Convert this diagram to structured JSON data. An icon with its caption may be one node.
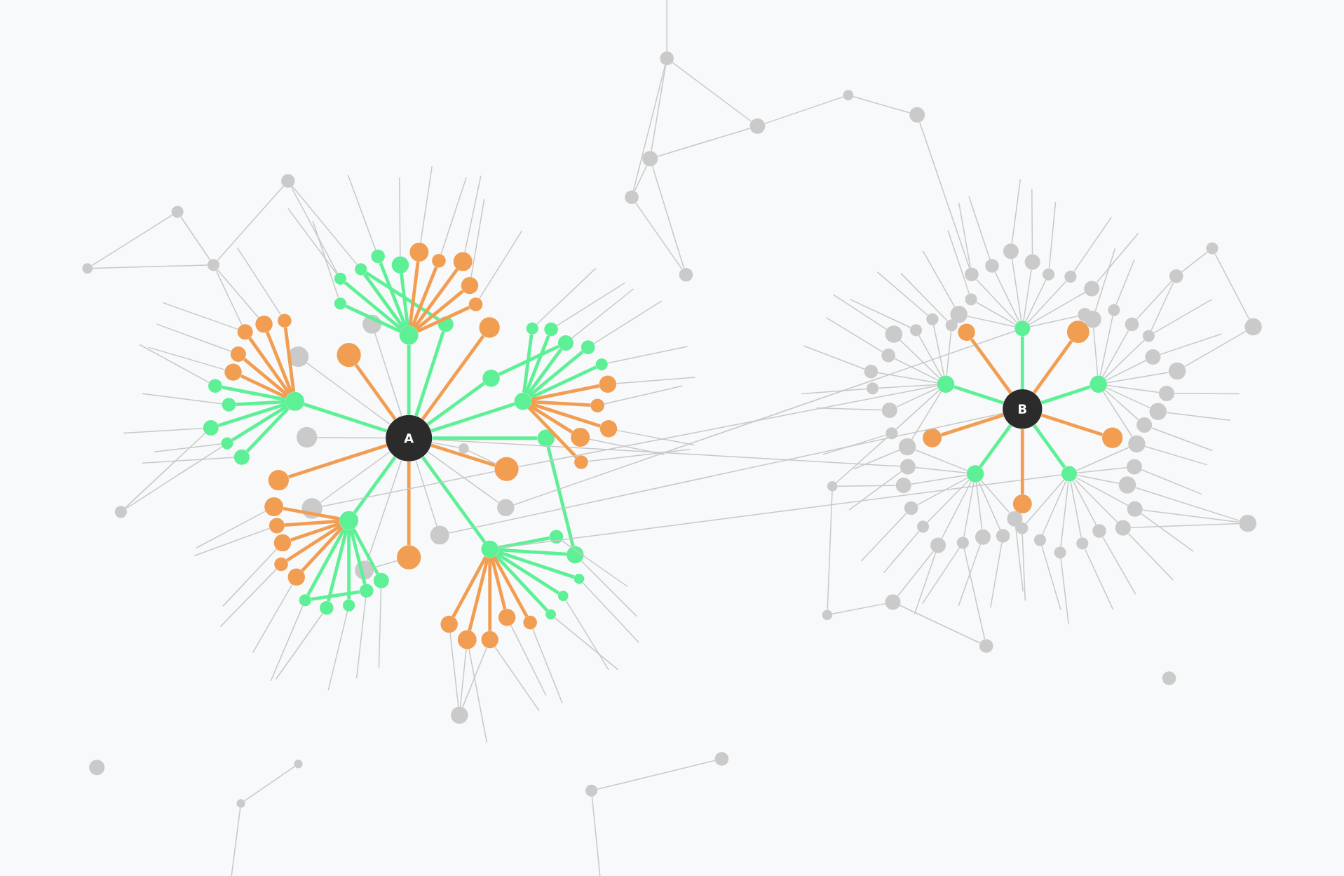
{
  "diagram": {
    "nodes": [
      {
        "text": [
          "A"
        ]
      },
      {
        "text": [
          "B"
        ]
      },
      {
        "text": [],
        "shape": "circle"
      },
      {
        "text": [],
        "shape": "circle"
      },
      {
        "text": [],
        "shape": "circle"
      },
      {
        "text": [],
        "shape": "circle"
      },
      {
        "text": [],
        "shape": "circle"
      },
      {
        "text": [],
        "shape": "circle"
      },
      {
        "text": [],
        "shape": "circle"
      },
      {
        "text": [],
        "shape": "circle"
      },
      {
        "text": [],
        "shape": "circle"
      },
      {
        "text": [],
        "shape": "circle"
      },
      {
        "text": [],
        "shape": "circle"
      },
      {
        "text": [],
        "shape": "circle"
      },
      {
        "text": [],
        "shape": "circle"
      },
      {
        "text": [],
        "shape": "circle"
      },
      {
        "text": [],
        "shape": "circle"
      },
      {
        "text": [],
        "shape": "circle"
      },
      {
        "text": [],
        "shape": "circle"
      },
      {
        "text": [],
        "shape": "circle"
      },
      {
        "text": [],
        "shape": "circle"
      },
      {
        "text": [],
        "shape": "circle"
      },
      {
        "text": [],
        "shape": "circle"
      },
      {
        "text": [],
        "shape": "circle"
      },
      {
        "text": [],
        "shape": "circle"
      },
      {
        "text": [],
        "shape": "circle"
      },
      {
        "text": [],
        "shape": "circle"
      },
      {
        "text": [],
        "shape": "circle"
      },
      {
        "text": [],
        "shape": "circle"
      },
      {
        "text": [],
        "shape": "circle"
      },
      {
        "text": [],
        "shape": "circle"
      },
      {
        "text": [],
        "shape": "circle"
      },
      {
        "text": [],
        "shape": "circle"
      },
      {
        "text": [],
        "shape": "circle"
      },
      {
        "text": [],
        "shape": "circle"
      },
      {
        "text": [],
        "shape": "circle"
      },
      {
        "text": [],
        "shape": "circle"
      },
      {
        "text": [],
        "shape": "circle"
      },
      {
        "text": [],
        "shape": "circle"
      },
      {
        "text": [],
        "shape": "circle"
      },
      {
        "text": [],
        "shape": "circle"
      },
      {
        "text": [],
        "shape": "circle"
      },
      {
        "text": [],
        "shape": "circle"
      },
      {
        "text": [],
        "shape": "circle"
      },
      {
        "text": [],
        "shape": "circle"
      },
      {
        "text": [],
        "shape": "circle"
      },
      {
        "text": [],
        "shape": "circle"
      },
      {
        "text": [],
        "shape": "circle"
      },
      {
        "text": [],
        "shape": "circle"
      },
      {
        "text": [],
        "shape": "circle"
      },
      {
        "text": [],
        "shape": "circle"
      },
      {
        "text": [],
        "shape": "circle"
      },
      {
        "text": [],
        "shape": "circle"
      },
      {
        "text": [],
        "shape": "circle"
      },
      {
        "text": [],
        "shape": "circle"
      },
      {
        "text": [],
        "shape": "circle"
      },
      {
        "text": [],
        "shape": "circle"
      },
      {
        "text": [],
        "shape": "circle"
      },
      {
        "text": [],
        "shape": "circle"
      },
      {
        "text": [],
        "shape": "circle"
      },
      {
        "text": [],
        "shape": "circle"
      },
      {
        "text": [],
        "shape": "circle"
      },
      {
        "text": [],
        "shape": "circle"
      },
      {
        "text": [],
        "shape": "circle"
      },
      {
        "text": [],
        "shape": "circle"
      },
      {
        "text": [],
        "shape": "circle"
      },
      {
        "text": [],
        "shape": "circle"
      },
      {
        "text": [],
        "shape": "circle"
      },
      {
        "text": [],
        "shape": "circle"
      },
      {
        "text": [],
        "shape": "circle"
      },
      {
        "text": [],
        "shape": "circle"
      },
      {
        "text": [],
        "shape": "circle"
      },
      {
        "text": [],
        "shape": "circle"
      },
      {
        "text": [],
        "shape": "circle"
      },
      {
        "text": [],
        "shape": "circle"
      },
      {
        "text": [],
        "shape": "circle"
      },
      {
        "text": [],
        "shape": "circle"
      },
      {
        "text": [],
        "shape": "circle"
      },
      {
        "text": [],
        "shape": "circle"
      },
      {
        "text": [],
        "shape": "circle"
      },
      {
        "text": [],
        "shape": "circle"
      },
      {
        "text": [],
        "shape": "circle"
      },
      {
        "text": [],
        "shape": "circle"
      },
      {
        "text": [],
        "shape": "circle"
      },
      {
        "text": [],
        "shape": "circle"
      },
      {
        "text": [],
        "shape": "circle"
      },
      {
        "text": [],
        "shape": "circle"
      },
      {
        "text": [],
        "shape": "circle"
      },
      {
        "text": [],
        "shape": "circle"
      },
      {
        "text": [],
        "shape": "circle"
      },
      {
        "text": [],
        "shape": "circle"
      },
      {
        "text": [],
        "shape": "circle"
      },
      {
        "text": [],
        "shape": "circle"
      },
      {
        "text": [],
        "shape": "circle"
      },
      {
        "text": [],
        "shape": "circle"
      },
      {
        "text": [],
        "shape": "circle"
      },
      {
        "text": [],
        "shape": "circle"
      },
      {
        "text": [],
        "shape": "circle"
      },
      {
        "text": [],
        "shape": "circle"
      },
      {
        "text": [],
        "shape": "circle"
      },
      {
        "text": [],
        "shape": "circle"
      },
      {
        "text": [],
        "shape": "circle"
      },
      {
        "text": [],
        "shape": "circle"
      },
      {
        "text": [],
        "shape": "circle"
      },
      {
        "text": [],
        "shape": "circle"
      },
      {
        "text": [],
        "shape": "circle"
      },
      {
        "text": [],
        "shape": "circle"
      },
      {
        "text": [],
        "shape": "circle"
      },
      {
        "text": [],
        "shape": "circle"
      },
      {
        "text": [],
        "shape": "circle"
      },
      {
        "text": [],
        "shape": "circle"
      },
      {
        "text": [],
        "shape": "circle"
      },
      {
        "text": [],
        "shape": "circle"
      },
      {
        "text": [],
        "shape": "circle"
      },
      {
        "text": [],
        "shape": "circle"
      },
      {
        "text": [],
        "shape": "circle"
      },
      {
        "text": [],
        "shape": "circle"
      },
      {
        "text": [],
        "shape": "circle"
      },
      {
        "text": [],
        "shape": "circle"
      },
      {
        "text": [],
        "shape": "circle"
      },
      {
        "text": [],
        "shape": "circle"
      },
      {
        "text": [],
        "shape": "circle"
      },
      {
        "text": [],
        "shape": "circle"
      },
      {
        "text": [],
        "shape": "circle"
      },
      {
        "text": [],
        "shape": "circle"
      },
      {
        "text": [],
        "shape": "circle"
      },
      {
        "text": [],
        "shape": "circle"
      },
      {
        "text": [],
        "shape": "circle"
      },
      {
        "text": [],
        "shape": "circle"
      },
      {
        "text": [],
        "shape": "circle"
      },
      {
        "text": [],
        "shape": "circle"
      },
      {
        "text": [],
        "shape": "circle"
      },
      {
        "text": [],
        "shape": "circle"
      },
      {
        "text": [],
        "shape": "circle"
      },
      {
        "text": [],
        "shape": "circle"
      },
      {
        "text": [],
        "shape": "circle"
      },
      {
        "text": [],
        "shape": "circle"
      },
      {
        "text": [],
        "shape": "circle"
      },
      {
        "text": [],
        "shape": "circle"
      },
      {
        "text": [],
        "shape": "circle"
      },
      {
        "text": [],
        "shape": "circle"
      },
      {
        "text": [],
        "shape": "circle"
      },
      {
        "text": [],
        "shape": "circle"
      },
      {
        "text": [],
        "shape": "circle"
      },
      {
        "text": [],
        "shape": "circle"
      },
      {
        "text": [],
        "shape": "circle"
      },
      {
        "text": [],
        "shape": "circle"
      },
      {
        "text": [],
        "shape": "circle"
      },
      {
        "text": [],
        "shape": "circle"
      },
      {
        "text": [],
        "shape": "circle"
      },
      {
        "text": [],
        "shape": "circle"
      },
      {
        "text": [],
        "shape": "circle"
      },
      {
        "text": [],
        "shape": "circle"
      },
      {
        "text": [],
        "shape": "circle"
      },
      {
        "text": [],
        "shape": "circle"
      },
      {
        "text": [],
        "shape": "circle"
      },
      {
        "text": [],
        "shape": "circle"
      },
      {
        "text": [],
        "shape": "circle"
      }
    ],
    "edges": [
      {
        "from": 0,
        "to": 2,
        "arrow": "none",
        "style": "thick",
        "color": "#5df096"
      },
      {
        "from": 0,
        "to": 3,
        "arrow": "none",
        "style": "thick",
        "color": "#5df096"
      },
      {
        "from": 0,
        "to": 4,
        "arrow": "none",
        "style": "thick",
        "color": "#5df096"
      },
      {
        "from": 0,
        "to": 5,
        "arrow": "none",
        "style": "thick",
        "color": "#5df096"
      },
      {
        "from": 0,
        "to": 6,
        "arrow": "none",
        "style": "thick",
        "color": "#5df096"
      },
      {
        "from": 0,
        "to": 7,
        "arrow": "none",
        "style": "thick",
        "color": "#5df096"
      },
      {
        "from": 0,
        "to": 10,
        "arrow": "none",
        "style": "thick",
        "color": "#5df096"
      },
      {
        "from": 0,
        "to": 11,
        "arrow": "none",
        "style": "thick",
        "color": "#5df096"
      },
      {
        "from": 0,
        "to": 8,
        "arrow": "none",
        "style": "thick",
        "color": "#f29e52"
      },
      {
        "from": 0,
        "to": 9,
        "arrow": "none",
        "style": "thick",
        "color": "#f29e52"
      },
      {
        "from": 0,
        "to": 12,
        "arrow": "none",
        "style": "thick",
        "color": "#f29e52"
      },
      {
        "from": 0,
        "to": 13,
        "arrow": "none",
        "style": "thick",
        "color": "#f29e52"
      },
      {
        "from": 0,
        "to": 14,
        "arrow": "none",
        "style": "thick",
        "color": "#f29e52"
      },
      {
        "from": 0,
        "to": 15,
        "arrow": "none"
      },
      {
        "from": 0,
        "to": 16,
        "arrow": "none"
      },
      {
        "from": 0,
        "to": 17,
        "arrow": "none"
      },
      {
        "from": 0,
        "to": 18,
        "arrow": "none"
      },
      {
        "from": 0,
        "to": 19,
        "arrow": "none"
      },
      {
        "from": 0,
        "to": 20,
        "arrow": "none"
      },
      {
        "from": 0,
        "to": 21,
        "arrow": "none"
      },
      {
        "from": 0,
        "to": 22,
        "arrow": "none"
      },
      {
        "from": 0,
        "to": 130,
        "arrow": "none"
      },
      {
        "from": 18,
        "to": 13,
        "arrow": "none"
      },
      {
        "from": 10,
        "to": 45,
        "arrow": "none",
        "style": "thick",
        "color": "#5df096"
      },
      {
        "from": 11,
        "to": 40,
        "arrow": "none",
        "style": "thick",
        "color": "#5df096"
      },
      {
        "from": 7,
        "to": 54,
        "arrow": "none",
        "style": "thick",
        "color": "#5df096"
      },
      {
        "from": 2,
        "to": 23,
        "arrow": "none",
        "style": "thick",
        "color": "#f29e52"
      },
      {
        "from": 2,
        "to": 24,
        "arrow": "none",
        "style": "thick",
        "color": "#f29e52"
      },
      {
        "from": 2,
        "to": 25,
        "arrow": "none",
        "style": "thick",
        "color": "#f29e52"
      },
      {
        "from": 2,
        "to": 26,
        "arrow": "none",
        "style": "thick",
        "color": "#f29e52"
      },
      {
        "from": 2,
        "to": 27,
        "arrow": "none",
        "style": "thick",
        "color": "#f29e52"
      },
      {
        "from": 2,
        "to": 28,
        "arrow": "none",
        "style": "thick",
        "color": "#5df096"
      },
      {
        "from": 2,
        "to": 29,
        "arrow": "none",
        "style": "thick",
        "color": "#5df096"
      },
      {
        "from": 2,
        "to": 30,
        "arrow": "none",
        "style": "thick",
        "color": "#5df096"
      },
      {
        "from": 2,
        "to": 31,
        "arrow": "none",
        "style": "thick",
        "color": "#5df096"
      },
      {
        "from": 2,
        "to": 32,
        "arrow": "none",
        "style": "thick",
        "color": "#5df096"
      },
      {
        "from": 3,
        "to": 33,
        "arrow": "none",
        "style": "thick",
        "color": "#5df096"
      },
      {
        "from": 3,
        "to": 34,
        "arrow": "none",
        "style": "thick",
        "color": "#5df096"
      },
      {
        "from": 3,
        "to": 40,
        "arrow": "none",
        "style": "thick",
        "color": "#5df096"
      },
      {
        "from": 3,
        "to": 41,
        "arrow": "none",
        "style": "thick",
        "color": "#5df096"
      },
      {
        "from": 3,
        "to": 42,
        "arrow": "none",
        "style": "thick",
        "color": "#5df096"
      },
      {
        "from": 3,
        "to": 35,
        "arrow": "none",
        "style": "thick",
        "color": "#f29e52"
      },
      {
        "from": 3,
        "to": 36,
        "arrow": "none",
        "style": "thick",
        "color": "#f29e52"
      },
      {
        "from": 3,
        "to": 37,
        "arrow": "none",
        "style": "thick",
        "color": "#f29e52"
      },
      {
        "from": 3,
        "to": 38,
        "arrow": "none",
        "style": "thick",
        "color": "#f29e52"
      },
      {
        "from": 3,
        "to": 39,
        "arrow": "none",
        "style": "thick",
        "color": "#f29e52"
      },
      {
        "from": 4,
        "to": 43,
        "arrow": "none",
        "style": "thick",
        "color": "#5df096"
      },
      {
        "from": 4,
        "to": 44,
        "arrow": "none",
        "style": "thick",
        "color": "#5df096"
      },
      {
        "from": 4,
        "to": 45,
        "arrow": "none",
        "style": "thick",
        "color": "#5df096"
      },
      {
        "from": 4,
        "to": 46,
        "arrow": "none",
        "style": "thick",
        "color": "#5df096"
      },
      {
        "from": 4,
        "to": 47,
        "arrow": "none",
        "style": "thick",
        "color": "#5df096"
      },
      {
        "from": 4,
        "to": 48,
        "arrow": "none",
        "style": "thick",
        "color": "#f29e52"
      },
      {
        "from": 4,
        "to": 49,
        "arrow": "none",
        "style": "thick",
        "color": "#f29e52"
      },
      {
        "from": 4,
        "to": 50,
        "arrow": "none",
        "style": "thick",
        "color": "#f29e52"
      },
      {
        "from": 4,
        "to": 51,
        "arrow": "none",
        "style": "thick",
        "color": "#f29e52"
      },
      {
        "from": 4,
        "to": 52,
        "arrow": "none",
        "style": "thick",
        "color": "#f29e52"
      },
      {
        "from": 6,
        "to": 53,
        "arrow": "none",
        "style": "thick",
        "color": "#5df096"
      },
      {
        "from": 6,
        "to": 54,
        "arrow": "none",
        "style": "thick",
        "color": "#5df096"
      },
      {
        "from": 6,
        "to": 55,
        "arrow": "none",
        "style": "thick",
        "color": "#5df096"
      },
      {
        "from": 6,
        "to": 56,
        "arrow": "none",
        "style": "thick",
        "color": "#5df096"
      },
      {
        "from": 6,
        "to": 57,
        "arrow": "none",
        "style": "thick",
        "color": "#5df096"
      },
      {
        "from": 6,
        "to": 58,
        "arrow": "none",
        "style": "thick",
        "color": "#f29e52"
      },
      {
        "from": 6,
        "to": 59,
        "arrow": "none",
        "style": "thick",
        "color": "#f29e52"
      },
      {
        "from": 6,
        "to": 60,
        "arrow": "none",
        "style": "thick",
        "color": "#f29e52"
      },
      {
        "from": 6,
        "to": 61,
        "arrow": "none",
        "style": "thick",
        "color": "#f29e52"
      },
      {
        "from": 6,
        "to": 62,
        "arrow": "none",
        "style": "thick",
        "color": "#f29e52"
      },
      {
        "from": 59,
        "to": 63,
        "arrow": "none"
      },
      {
        "from": 60,
        "to": 63,
        "arrow": "none"
      },
      {
        "from": 58,
        "to": 63,
        "arrow": "none"
      },
      {
        "from": 5,
        "to": 64,
        "arrow": "none",
        "style": "thick",
        "color": "#f29e52"
      },
      {
        "from": 5,
        "to": 65,
        "arrow": "none",
        "style": "thick",
        "color": "#f29e52"
      },
      {
        "from": 5,
        "to": 66,
        "arrow": "none",
        "style": "thick",
        "color": "#f29e52"
      },
      {
        "from": 5,
        "to": 67,
        "arrow": "none",
        "style": "thick",
        "color": "#f29e52"
      },
      {
        "from": 5,
        "to": 68,
        "arrow": "none",
        "style": "thick",
        "color": "#f29e52"
      },
      {
        "from": 5,
        "to": 69,
        "arrow": "none",
        "style": "thick",
        "color": "#5df096"
      },
      {
        "from": 5,
        "to": 70,
        "arrow": "none",
        "style": "thick",
        "color": "#5df096"
      },
      {
        "from": 5,
        "to": 71,
        "arrow": "none",
        "style": "thick",
        "color": "#5df096"
      },
      {
        "from": 5,
        "to": 72,
        "arrow": "none",
        "style": "thick",
        "color": "#5df096"
      },
      {
        "from": 5,
        "to": 73,
        "arrow": "none",
        "style": "thick",
        "color": "#5df096"
      },
      {
        "from": 69,
        "to": 72,
        "arrow": "none",
        "style": "thick",
        "color": "#5df096"
      },
      {
        "from": 19,
        "to": 86,
        "arrow": "none"
      },
      {
        "from": 20,
        "to": 1,
        "arrow": "none"
      },
      {
        "from": 21,
        "to": 13,
        "arrow": "none"
      },
      {
        "from": 13,
        "to": 87,
        "arrow": "none"
      },
      {
        "from": 6,
        "to": 90,
        "arrow": "none"
      },
      {
        "from": 22,
        "to": 14,
        "arrow": "none"
      },
      {
        "from": 74,
        "to": 75,
        "arrow": "none"
      },
      {
        "from": 75,
        "to": 76,
        "arrow": "none"
      },
      {
        "from": 74,
        "to": 76,
        "arrow": "none"
      },
      {
        "from": 76,
        "to": 77,
        "arrow": "none"
      },
      {
        "from": 77,
        "to": 40,
        "arrow": "none"
      },
      {
        "from": 77,
        "to": 41,
        "arrow": "none"
      },
      {
        "from": 76,
        "to": 23,
        "arrow": "none"
      },
      {
        "from": 76,
        "to": 24,
        "arrow": "none"
      },
      {
        "from": 78,
        "to": 30,
        "arrow": "none"
      },
      {
        "from": 78,
        "to": 31,
        "arrow": "none"
      },
      {
        "from": 79,
        "to": 80,
        "arrow": "none"
      },
      {
        "from": 79,
        "to": 83,
        "arrow": "none"
      },
      {
        "from": 79,
        "to": 84,
        "arrow": "none"
      },
      {
        "from": 80,
        "to": 83,
        "arrow": "none"
      },
      {
        "from": 80,
        "to": 81,
        "arrow": "none"
      },
      {
        "from": 81,
        "to": 82,
        "arrow": "none"
      },
      {
        "from": 82,
        "to": 96,
        "arrow": "none"
      },
      {
        "from": 83,
        "to": 84,
        "arrow": "none"
      },
      {
        "from": 83,
        "to": 85,
        "arrow": "none"
      },
      {
        "from": 84,
        "to": 85,
        "arrow": "none"
      },
      {
        "from": 154,
        "to": 155,
        "arrow": "none"
      },
      {
        "from": 156,
        "to": 157,
        "arrow": "none"
      },
      {
        "from": 1,
        "to": 86,
        "arrow": "none",
        "style": "thick",
        "color": "#5df096"
      },
      {
        "from": 1,
        "to": 87,
        "arrow": "none",
        "style": "thick",
        "color": "#5df096"
      },
      {
        "from": 1,
        "to": 88,
        "arrow": "none",
        "style": "thick",
        "color": "#5df096"
      },
      {
        "from": 1,
        "to": 89,
        "arrow": "none",
        "style": "thick",
        "color": "#5df096"
      },
      {
        "from": 1,
        "to": 90,
        "arrow": "none",
        "style": "thick",
        "color": "#5df096"
      },
      {
        "from": 1,
        "to": 91,
        "arrow": "none",
        "style": "thick",
        "color": "#f29e52"
      },
      {
        "from": 1,
        "to": 92,
        "arrow": "none",
        "style": "thick",
        "color": "#f29e52"
      },
      {
        "from": 1,
        "to": 93,
        "arrow": "none",
        "style": "thick",
        "color": "#f29e52"
      },
      {
        "from": 1,
        "to": 94,
        "arrow": "none",
        "style": "thick",
        "color": "#f29e52"
      },
      {
        "from": 1,
        "to": 95,
        "arrow": "none",
        "style": "thick",
        "color": "#f29e52"
      },
      {
        "from": 86,
        "to": 96,
        "arrow": "none"
      },
      {
        "from": 86,
        "to": 97,
        "arrow": "none"
      },
      {
        "from": 86,
        "to": 98,
        "arrow": "none"
      },
      {
        "from": 86,
        "to": 99,
        "arrow": "none"
      },
      {
        "from": 86,
        "to": 100,
        "arrow": "none"
      },
      {
        "from": 86,
        "to": 101,
        "arrow": "none"
      },
      {
        "from": 86,
        "to": 102,
        "arrow": "none"
      },
      {
        "from": 86,
        "to": 103,
        "arrow": "none"
      },
      {
        "from": 86,
        "to": 104,
        "arrow": "none"
      },
      {
        "from": 86,
        "to": 105,
        "arrow": "none"
      },
      {
        "from": 88,
        "to": 106,
        "arrow": "none"
      },
      {
        "from": 88,
        "to": 107,
        "arrow": "none"
      },
      {
        "from": 88,
        "to": 108,
        "arrow": "none"
      },
      {
        "from": 88,
        "to": 109,
        "arrow": "none"
      },
      {
        "from": 88,
        "to": 113,
        "arrow": "none"
      },
      {
        "from": 88,
        "to": 114,
        "arrow": "none"
      },
      {
        "from": 88,
        "to": 115,
        "arrow": "none"
      },
      {
        "from": 88,
        "to": 116,
        "arrow": "none"
      },
      {
        "from": 88,
        "to": 117,
        "arrow": "none"
      },
      {
        "from": 88,
        "to": 118,
        "arrow": "none"
      },
      {
        "from": 108,
        "to": 110,
        "arrow": "none"
      },
      {
        "from": 109,
        "to": 110,
        "arrow": "none"
      },
      {
        "from": 110,
        "to": 111,
        "arrow": "none"
      },
      {
        "from": 111,
        "to": 112,
        "arrow": "none"
      },
      {
        "from": 112,
        "to": 114,
        "arrow": "none"
      },
      {
        "from": 87,
        "to": 120,
        "arrow": "none"
      },
      {
        "from": 87,
        "to": 121,
        "arrow": "none"
      },
      {
        "from": 87,
        "to": 122,
        "arrow": "none"
      },
      {
        "from": 87,
        "to": 123,
        "arrow": "none"
      },
      {
        "from": 87,
        "to": 124,
        "arrow": "none"
      },
      {
        "from": 87,
        "to": 125,
        "arrow": "none"
      },
      {
        "from": 87,
        "to": 126,
        "arrow": "none"
      },
      {
        "from": 87,
        "to": 127,
        "arrow": "none"
      },
      {
        "from": 87,
        "to": 128,
        "arrow": "none"
      },
      {
        "from": 87,
        "to": 129,
        "arrow": "none"
      },
      {
        "from": 89,
        "to": 129,
        "arrow": "none"
      },
      {
        "from": 89,
        "to": 130,
        "arrow": "none"
      },
      {
        "from": 89,
        "to": 131,
        "arrow": "none"
      },
      {
        "from": 89,
        "to": 133,
        "arrow": "none"
      },
      {
        "from": 89,
        "to": 134,
        "arrow": "none"
      },
      {
        "from": 89,
        "to": 135,
        "arrow": "none"
      },
      {
        "from": 89,
        "to": 136,
        "arrow": "none"
      },
      {
        "from": 89,
        "to": 137,
        "arrow": "none"
      },
      {
        "from": 89,
        "to": 138,
        "arrow": "none"
      },
      {
        "from": 89,
        "to": 139,
        "arrow": "none"
      },
      {
        "from": 90,
        "to": 140,
        "arrow": "none"
      },
      {
        "from": 90,
        "to": 141,
        "arrow": "none"
      },
      {
        "from": 90,
        "to": 142,
        "arrow": "none"
      },
      {
        "from": 90,
        "to": 143,
        "arrow": "none"
      },
      {
        "from": 90,
        "to": 144,
        "arrow": "none"
      },
      {
        "from": 90,
        "to": 145,
        "arrow": "none"
      },
      {
        "from": 90,
        "to": 146,
        "arrow": "none"
      },
      {
        "from": 90,
        "to": 147,
        "arrow": "none"
      },
      {
        "from": 90,
        "to": 119,
        "arrow": "none"
      },
      {
        "from": 90,
        "to": 118,
        "arrow": "none"
      },
      {
        "from": 132,
        "to": 128,
        "arrow": "none"
      },
      {
        "from": 132,
        "to": 131,
        "arrow": "none"
      },
      {
        "from": 132,
        "to": 150,
        "arrow": "none"
      },
      {
        "from": 149,
        "to": 150,
        "arrow": "none"
      },
      {
        "from": 149,
        "to": 151,
        "arrow": "none"
      },
      {
        "from": 135,
        "to": 149,
        "arrow": "none"
      },
      {
        "from": 136,
        "to": 151,
        "arrow": "none"
      },
      {
        "from": 145,
        "to": 148,
        "arrow": "none"
      },
      {
        "from": 146,
        "to": 148,
        "arrow": "none"
      },
      {
        "from": 147,
        "to": 148,
        "arrow": "none"
      },
      {
        "from": 41,
        "to": null,
        "arrow": "none"
      },
      {
        "from": 42,
        "to": null,
        "arrow": "none"
      },
      {
        "from": 25,
        "to": null,
        "arrow": "none"
      },
      {
        "from": 23,
        "to": null,
        "arrow": "none"
      },
      {
        "from": 26,
        "to": null,
        "arrow": "none"
      },
      {
        "from": 28,
        "to": null,
        "arrow": "none"
      },
      {
        "from": 27,
        "to": null,
        "arrow": "none"
      },
      {
        "from": 29,
        "to": null,
        "arrow": "none"
      },
      {
        "from": 30,
        "to": null,
        "arrow": "none"
      },
      {
        "from": 31,
        "to": null,
        "arrow": "none"
      },
      {
        "from": 32,
        "to": null,
        "arrow": "none"
      },
      {
        "from": 33,
        "to": null,
        "arrow": "none"
      },
      {
        "from": 34,
        "to": null,
        "arrow": "none"
      },
      {
        "from": 35,
        "to": null,
        "arrow": "none"
      },
      {
        "from": 36,
        "to": null,
        "arrow": "none"
      },
      {
        "from": 37,
        "to": null,
        "arrow": "none"
      },
      {
        "from": 38,
        "to": null,
        "arrow": "none"
      },
      {
        "from": 39,
        "to": null,
        "arrow": "none"
      },
      {
        "from": 43,
        "to": null,
        "arrow": "none"
      },
      {
        "from": 44,
        "to": null,
        "arrow": "none"
      },
      {
        "from": 45,
        "to": null,
        "arrow": "none"
      },
      {
        "from": 46,
        "to": null,
        "arrow": "none"
      },
      {
        "from": 47,
        "to": null,
        "arrow": "none"
      },
      {
        "from": 48,
        "to": null,
        "arrow": "none"
      },
      {
        "from": 49,
        "to": null,
        "arrow": "none"
      },
      {
        "from": 50,
        "to": null,
        "arrow": "none"
      },
      {
        "from": 51,
        "to": null,
        "arrow": "none"
      },
      {
        "from": 52,
        "to": null,
        "arrow": "none"
      },
      {
        "from": 53,
        "to": null,
        "arrow": "none"
      },
      {
        "from": 54,
        "to": null,
        "arrow": "none"
      },
      {
        "from": 55,
        "to": null,
        "arrow": "none"
      },
      {
        "from": 56,
        "to": null,
        "arrow": "none"
      },
      {
        "from": 57,
        "to": null,
        "arrow": "none"
      },
      {
        "from": 59,
        "to": null,
        "arrow": "none"
      },
      {
        "from": 60,
        "to": null,
        "arrow": "none"
      },
      {
        "from": 61,
        "to": null,
        "arrow": "none"
      },
      {
        "from": 62,
        "to": null,
        "arrow": "none"
      },
      {
        "from": 64,
        "to": null,
        "arrow": "none"
      },
      {
        "from": 65,
        "to": null,
        "arrow": "none"
      },
      {
        "from": 66,
        "to": null,
        "arrow": "none"
      },
      {
        "from": 67,
        "to": null,
        "arrow": "none"
      },
      {
        "from": 68,
        "to": null,
        "arrow": "none"
      },
      {
        "from": 69,
        "to": null,
        "arrow": "none"
      },
      {
        "from": 70,
        "to": null,
        "arrow": "none"
      },
      {
        "from": 71,
        "to": null,
        "arrow": "none"
      },
      {
        "from": 72,
        "to": null,
        "arrow": "none"
      },
      {
        "from": 73,
        "to": null,
        "arrow": "none"
      },
      {
        "from": 79,
        "to": null,
        "arrow": "none"
      },
      {
        "from": 155,
        "to": null,
        "arrow": "none"
      },
      {
        "from": 156,
        "to": null,
        "arrow": "none"
      },
      {
        "from": 96,
        "to": null,
        "arrow": "none"
      },
      {
        "from": 97,
        "to": null,
        "arrow": "none"
      },
      {
        "from": 98,
        "to": null,
        "arrow": "none"
      },
      {
        "from": 99,
        "to": null,
        "arrow": "none"
      },
      {
        "from": 100,
        "to": null,
        "arrow": "none"
      },
      {
        "from": 101,
        "to": null,
        "arrow": "none"
      },
      {
        "from": 102,
        "to": null,
        "arrow": "none"
      },
      {
        "from": 106,
        "to": null,
        "arrow": "none"
      },
      {
        "from": 103,
        "to": null,
        "arrow": "none"
      },
      {
        "from": 104,
        "to": null,
        "arrow": "none"
      },
      {
        "from": 107,
        "to": null,
        "arrow": "none"
      },
      {
        "from": 109,
        "to": null,
        "arrow": "none"
      },
      {
        "from": 113,
        "to": null,
        "arrow": "none"
      },
      {
        "from": 115,
        "to": null,
        "arrow": "none"
      },
      {
        "from": 116,
        "to": null,
        "arrow": "none"
      },
      {
        "from": 117,
        "to": null,
        "arrow": "none"
      },
      {
        "from": 118,
        "to": null,
        "arrow": "none"
      },
      {
        "from": 119,
        "to": null,
        "arrow": "none"
      },
      {
        "from": 146,
        "to": null,
        "arrow": "none"
      },
      {
        "from": 145,
        "to": null,
        "arrow": "none"
      },
      {
        "from": 144,
        "to": null,
        "arrow": "none"
      },
      {
        "from": 143,
        "to": null,
        "arrow": "none"
      },
      {
        "from": 142,
        "to": null,
        "arrow": "none"
      },
      {
        "from": 141,
        "to": null,
        "arrow": "none"
      },
      {
        "from": 140,
        "to": null,
        "arrow": "none"
      },
      {
        "from": 139,
        "to": null,
        "arrow": "none"
      },
      {
        "from": 138,
        "to": null,
        "arrow": "none"
      },
      {
        "from": 137,
        "to": null,
        "arrow": "none"
      },
      {
        "from": 136,
        "to": null,
        "arrow": "none"
      },
      {
        "from": 135,
        "to": null,
        "arrow": "none"
      },
      {
        "from": 134,
        "to": null,
        "arrow": "none"
      },
      {
        "from": 133,
        "to": null,
        "arrow": "none"
      },
      {
        "from": 121,
        "to": null,
        "arrow": "none"
      },
      {
        "from": 120,
        "to": null,
        "arrow": "none"
      },
      {
        "from": 123,
        "to": null,
        "arrow": "none"
      },
      {
        "from": 122,
        "to": null,
        "arrow": "none"
      },
      {
        "from": 124,
        "to": null,
        "arrow": "none"
      },
      {
        "from": 125,
        "to": null,
        "arrow": "none"
      },
      {
        "from": 126,
        "to": null,
        "arrow": "none"
      },
      {
        "from": 127,
        "to": null,
        "arrow": "none"
      },
      {
        "from": 128,
        "to": null,
        "arrow": "none"
      },
      {
        "from": 129,
        "to": null,
        "arrow": "none"
      },
      {
        "from": 130,
        "to": null,
        "arrow": "none"
      }
    ]
  }
}
